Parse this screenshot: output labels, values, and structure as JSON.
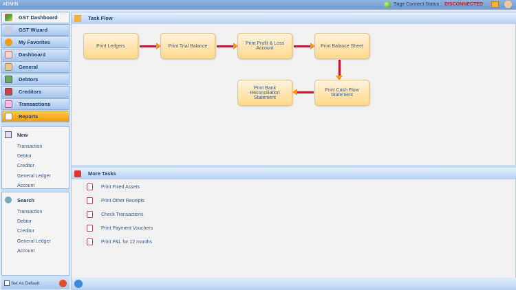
{
  "topbar": {
    "title": "ADMIN",
    "status_label": "Sage Connect Status :",
    "status_value": "DISCONNECTED"
  },
  "nav": [
    {
      "label": "GST Dashboard"
    },
    {
      "label": "GST Wizard"
    },
    {
      "label": "My Favorites"
    },
    {
      "label": "Dashboard"
    },
    {
      "label": "General"
    },
    {
      "label": "Debtors"
    },
    {
      "label": "Creditors"
    },
    {
      "label": "Transactions"
    },
    {
      "label": "Reports"
    }
  ],
  "new_panel": {
    "title": "New",
    "items": [
      "Transaction",
      "Debtor",
      "Creditor",
      "General Ledger Account"
    ]
  },
  "search_panel": {
    "title": "Search",
    "items": [
      "Transaction",
      "Debtor",
      "Creditor",
      "General Ledger Account"
    ]
  },
  "footer": {
    "set_default": "Set As Default"
  },
  "task_flow": {
    "title": "Task Flow",
    "steps": [
      "Print Ledgers",
      "Print Trial Balance",
      "Print Profit & Loss Account",
      "Print Balance Sheet",
      "Print Cash Flow Statement",
      "Print Bank Reconciliation Statement"
    ]
  },
  "more_tasks": {
    "title": "More Tasks",
    "items": [
      "Print Fixed Assets",
      "Print Other Receipts",
      "Check Transactions",
      "Print Payment Vouchers",
      "Print P&L for 12 months"
    ]
  }
}
